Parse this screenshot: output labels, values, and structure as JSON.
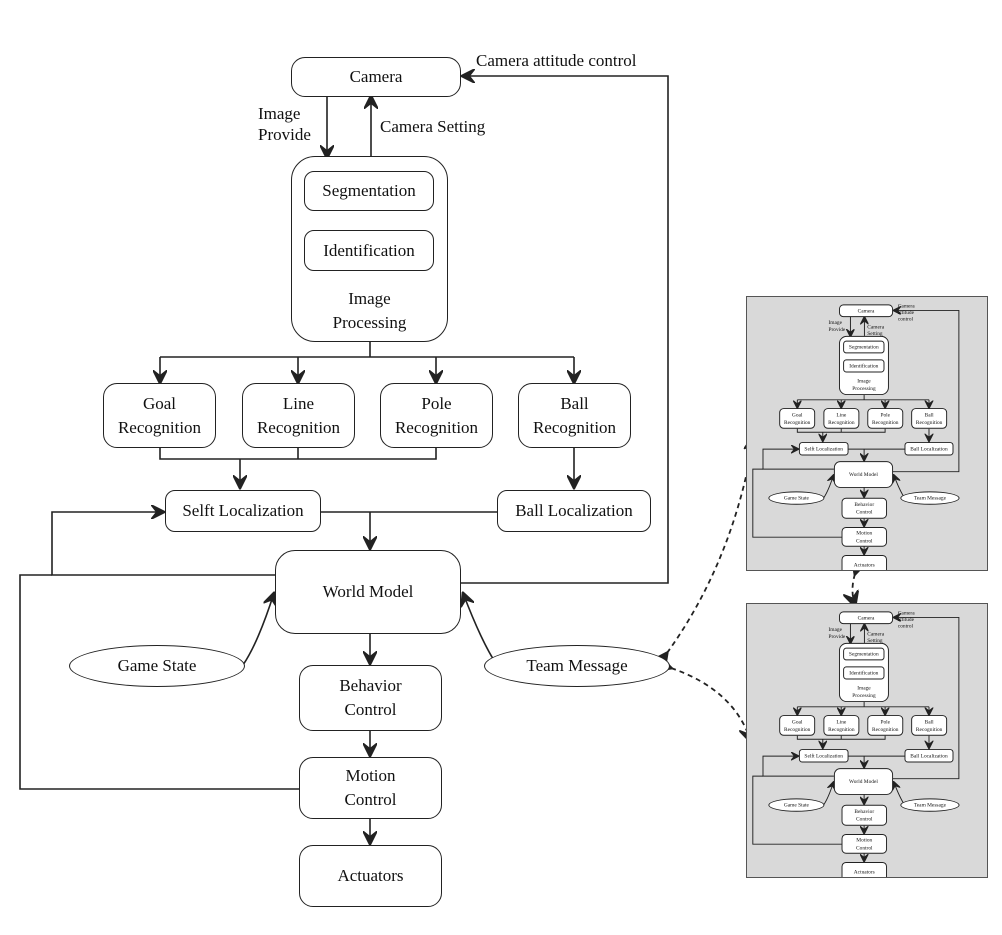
{
  "nodes": {
    "camera": "Camera",
    "segmentation": "Segmentation",
    "identification": "Identification",
    "image_processing": "Image\nProcessing",
    "goal_recognition": "Goal\nRecognition",
    "line_recognition": "Line\nRecognition",
    "pole_recognition": "Pole\nRecognition",
    "ball_recognition": "Ball\nRecognition",
    "self_localization": "Selft Localization",
    "ball_localization": "Ball Localization",
    "world_model": "World Model",
    "game_state": "Game State",
    "team_message": "Team Message",
    "behavior_control": "Behavior\nControl",
    "motion_control": "Motion\nControl",
    "actuators": "Actuators"
  },
  "edge_labels": {
    "camera_attitude_control": "Camera attitude control",
    "image_provide": "Image\nProvide",
    "camera_setting": "Camera Setting"
  },
  "colors": {
    "line": "#222222",
    "panel_bg": "#d9d9d9",
    "box_bg": "#ffffff"
  }
}
